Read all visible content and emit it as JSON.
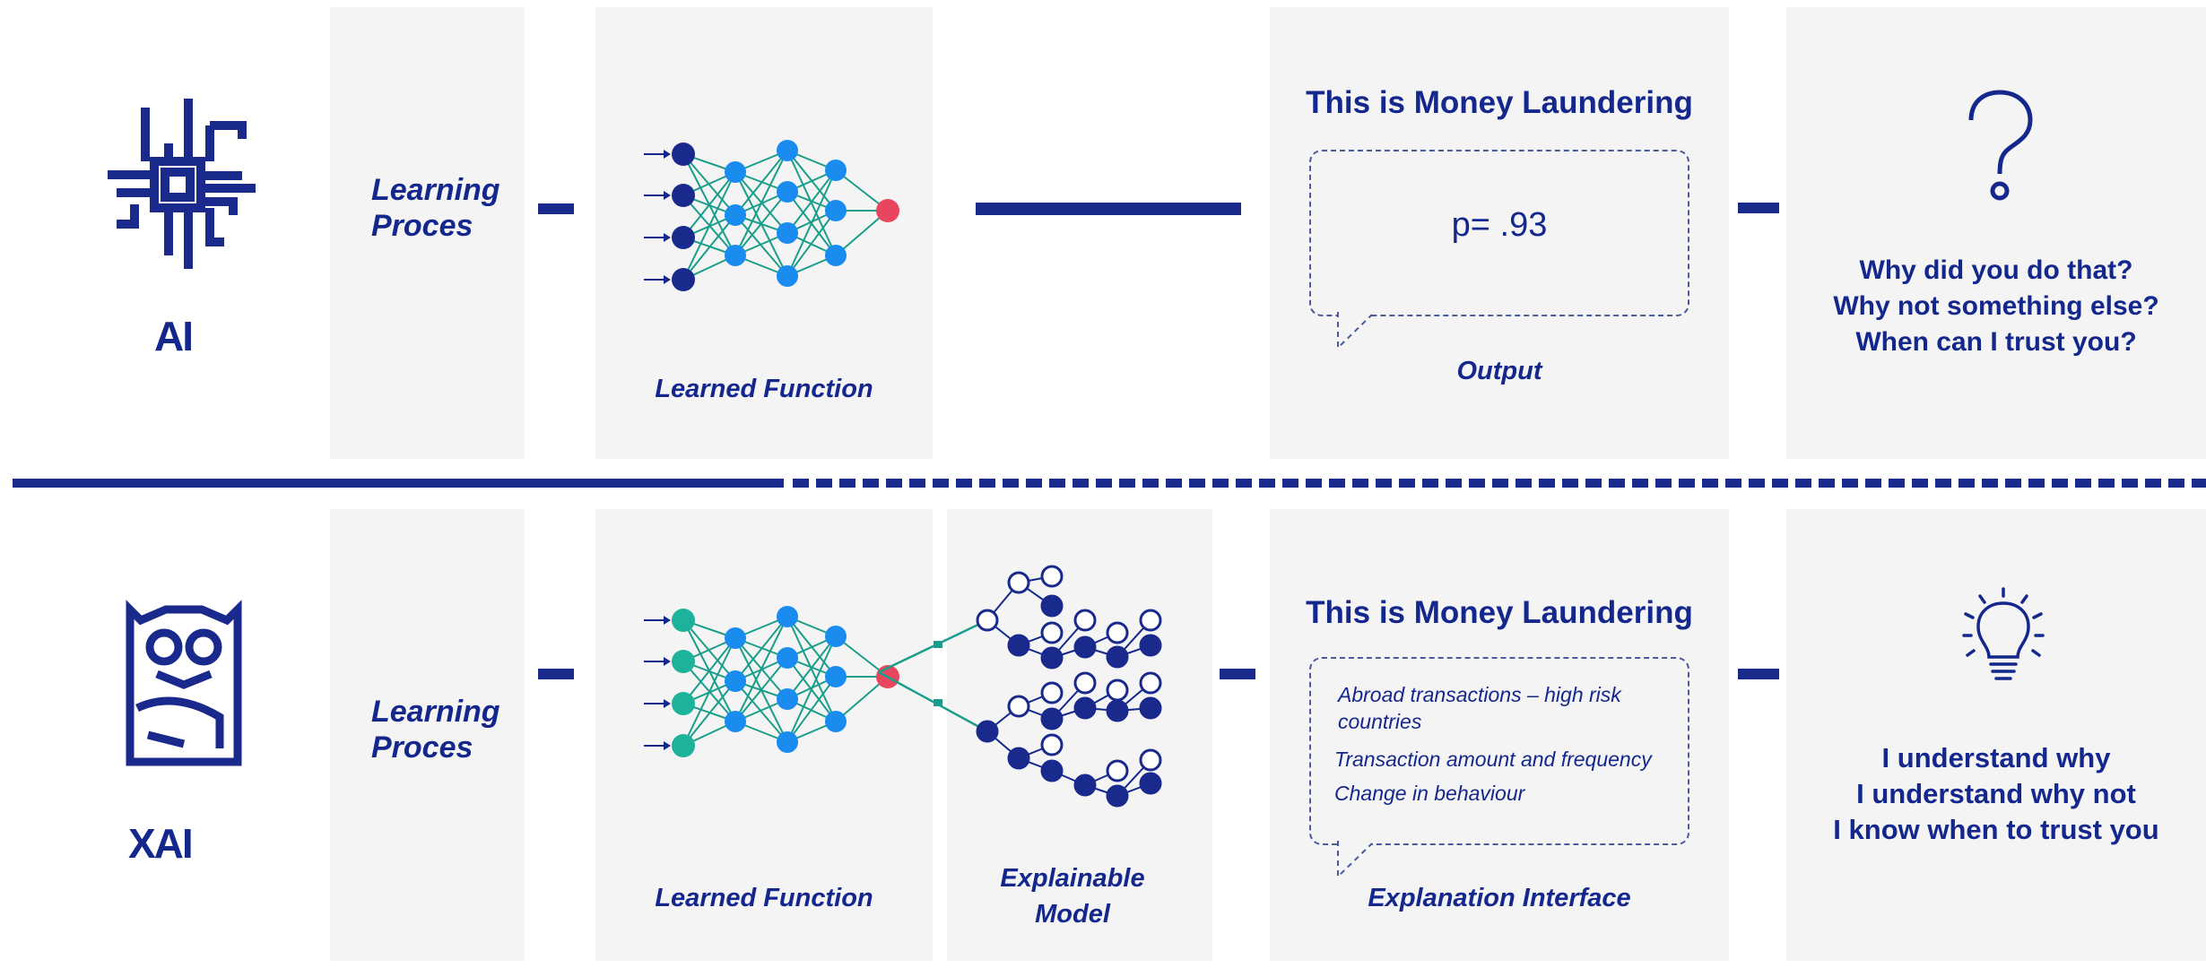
{
  "colors": {
    "navy": "#14278c",
    "dark_node": "#1a2a8c",
    "blue_node": "#1a8cf0",
    "teal_node": "#1db39a",
    "red_node": "#e8455f",
    "edge": "#1a9e8a",
    "panel": "#f4f4f4"
  },
  "top_row": {
    "icon_label": "AI",
    "icon": "chip-icon",
    "learning_label": "Learning\nProces",
    "function_caption": "Learned Function",
    "output_title": "This is Money Laundering",
    "output_value": "p= .93",
    "output_caption": "Output",
    "question_icon": "question-mark-icon",
    "questions": [
      "Why did you do that?",
      "Why not something else?",
      "When can I trust you?"
    ]
  },
  "bottom_row": {
    "icon_label": "XAI",
    "icon": "robot-owl-icon",
    "learning_label": "Learning\nProces",
    "function_caption": "Learned Function",
    "model_caption": "Explainable\nModel",
    "output_title": "This is Money Laundering",
    "explanations": [
      "Abroad transactions – high risk\ncountries",
      "Transaction amount and frequency",
      "Change in behaviour"
    ],
    "interface_caption": "Explanation Interface",
    "answer_icon": "lightbulb-icon",
    "answers": [
      "I understand why",
      "I understand why not",
      "I know when to trust you"
    ]
  }
}
